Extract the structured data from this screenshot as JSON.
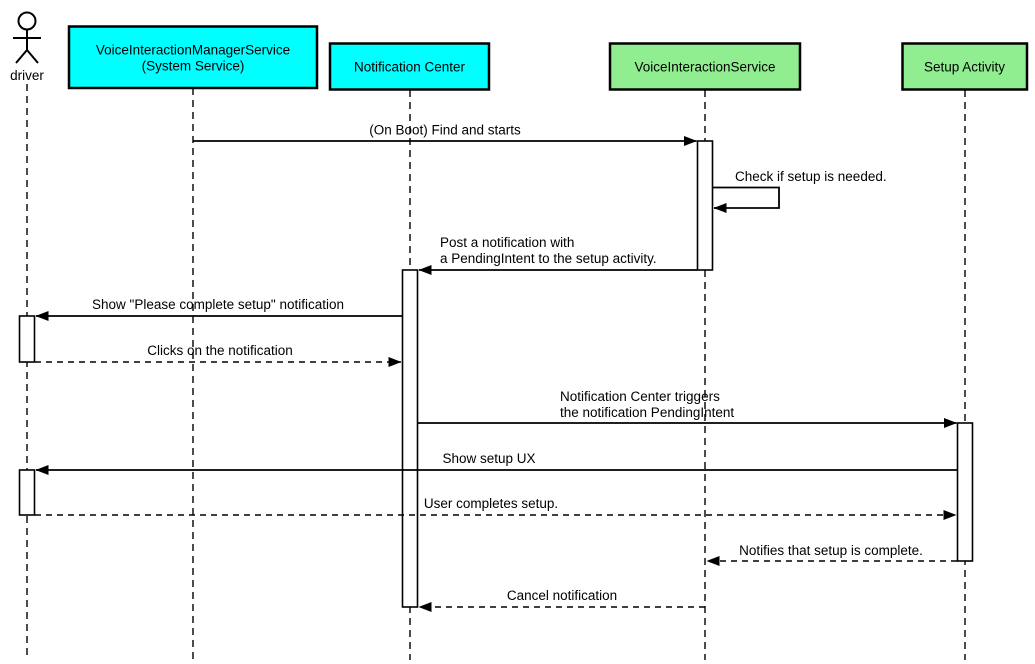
{
  "colors": {
    "cyan": "#00ffff",
    "green": "#90ee90",
    "line": "#000000",
    "background": "#ffffff"
  },
  "actor": {
    "label": "driver"
  },
  "participants": [
    {
      "label1": "VoiceInteractionManagerService",
      "label2": "(System Service)"
    },
    {
      "label1": "Notification Center"
    },
    {
      "label1": "VoiceInteractionService"
    },
    {
      "label1": "Setup Activity"
    }
  ],
  "messages": [
    {
      "text": "(On Boot) Find and starts",
      "type": "solid"
    },
    {
      "text": "Check if setup is needed.",
      "type": "self"
    },
    {
      "line1": "Post a notification with",
      "line2": "a PendingIntent to the setup activity.",
      "type": "solid"
    },
    {
      "text": "Show \"Please complete setup\" notification",
      "type": "solid"
    },
    {
      "text": "Clicks on the notification",
      "type": "dashed"
    },
    {
      "line1": "Notification Center triggers",
      "line2": "the notification PendingIntent",
      "type": "solid"
    },
    {
      "text": "Show setup UX",
      "type": "solid"
    },
    {
      "text": "User completes setup.",
      "type": "dashed"
    },
    {
      "text": "Notifies that setup is complete.",
      "type": "dashed"
    },
    {
      "text": "Cancel notification",
      "type": "dashed"
    }
  ]
}
